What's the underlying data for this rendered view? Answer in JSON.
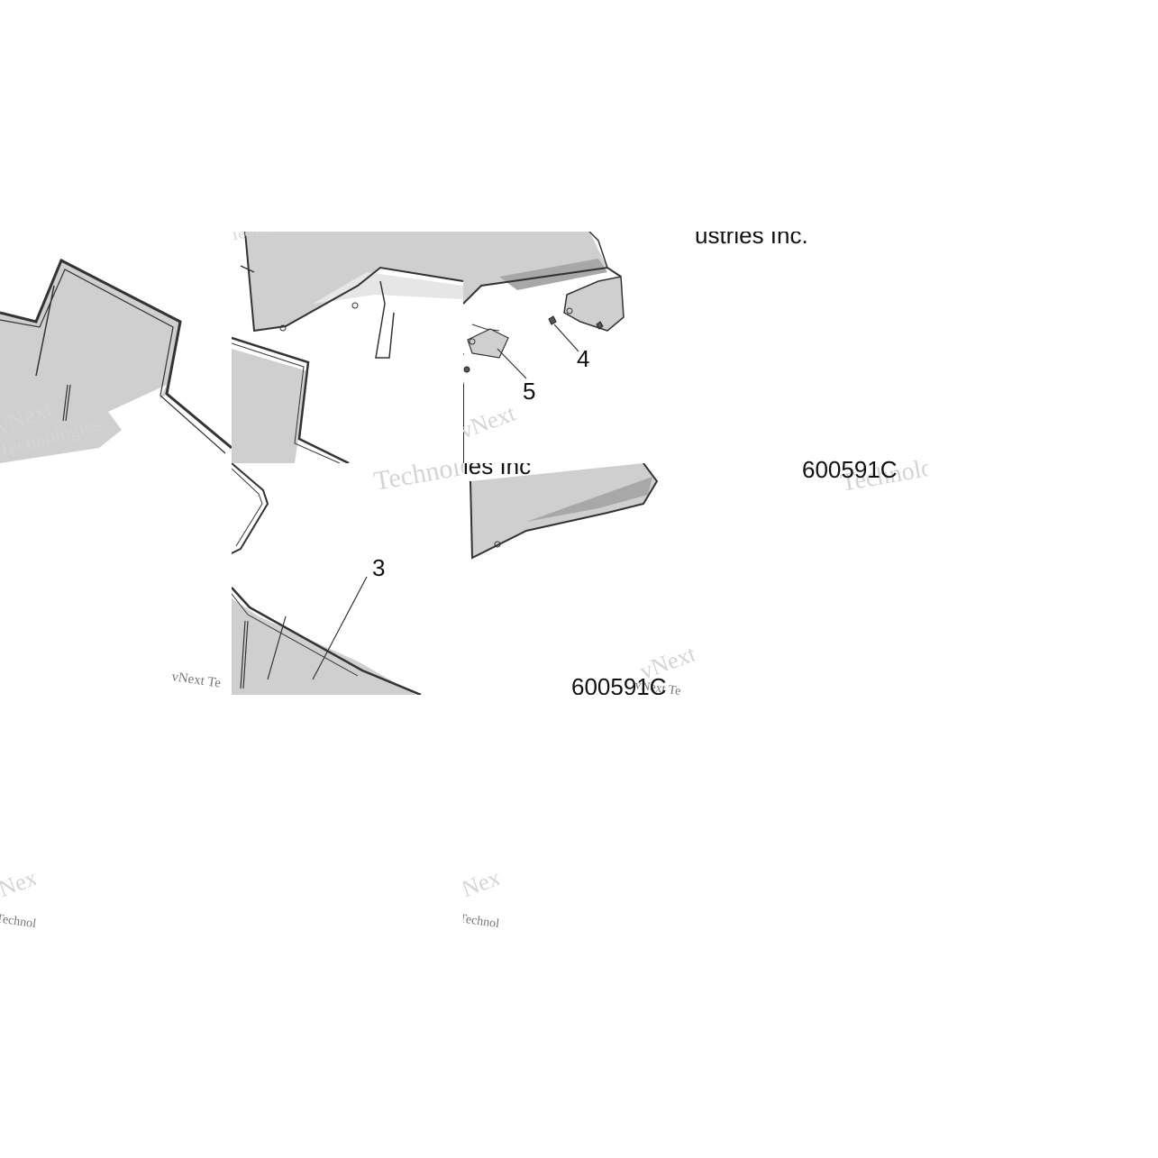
{
  "diagram": {
    "callouts": [
      "3",
      "4",
      "5"
    ],
    "drawing_number": "600591C",
    "company_fragment": "ustries Inc.",
    "company_fragment_2": "ies Inc",
    "drawing_number_fragment": "600591C",
    "watermark": {
      "line1": "vNext",
      "line2": "Technologies",
      "line3": "vNext Te"
    },
    "colors": {
      "part_fill": "#cfcfcf",
      "part_shadow": "#a8a8a8",
      "outline": "#333333",
      "background": "#ffffff",
      "watermark": "#d4d4d4"
    }
  }
}
